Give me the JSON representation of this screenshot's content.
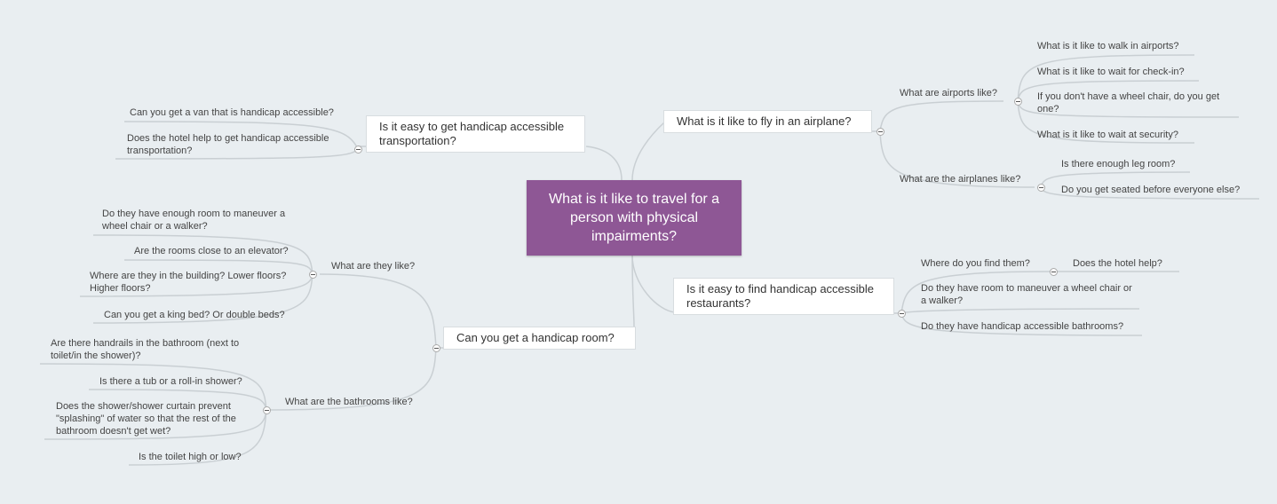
{
  "central": "What is it like to travel for a person with physical impairments?",
  "t_transport": {
    "label": "Is it easy to get handicap accessible transportation?",
    "items": [
      "Can you get a van that is handicap accessible?",
      "Does the hotel help to get handicap accessible transportation?"
    ]
  },
  "t_fly": {
    "label": "What is it like to fly in an airplane?",
    "airports": {
      "label": "What are airports like?",
      "items": [
        "What is it like to walk in airports?",
        "What is it like to wait for check-in?",
        "If you don't have a wheel chair, do you get one?",
        "What is it like to wait at security?"
      ]
    },
    "airplanes": {
      "label": "What are the airplanes like?",
      "items": [
        "Is there enough leg room?",
        "Do you get seated before everyone else?"
      ]
    }
  },
  "t_restaurants": {
    "label": "Is it easy to find handicap accessible restaurants?",
    "find": {
      "label": "Where do you find them?",
      "items": [
        "Does the hotel help?"
      ]
    },
    "items": [
      "Do they have room to maneuver a wheel chair or a walker?",
      "Do they have handicap accessible bathrooms?"
    ]
  },
  "t_room": {
    "label": "Can you get a handicap room?",
    "like": {
      "label": "What are they like?",
      "items": [
        "Do they have enough room to maneuver a wheel chair or a walker?",
        "Are the rooms close to an elevator?",
        "Where are they in the building? Lower floors? Higher floors?",
        "Can you get a king bed? Or double beds?"
      ]
    },
    "bath": {
      "label": "What are the bathrooms like?",
      "items": [
        "Are there handrails in the bathroom (next to toilet/in the shower)?",
        "Is there a tub or a roll-in shower?",
        "Does the shower/shower curtain prevent \"splashing\" of water so that the rest of the bathroom doesn't get wet?",
        "Is the toilet high or low?"
      ]
    }
  }
}
